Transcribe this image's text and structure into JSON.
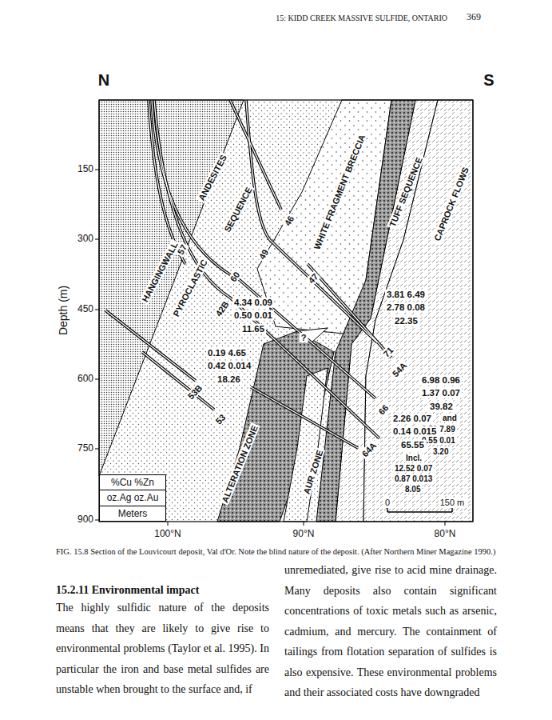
{
  "diagram": {
    "caption": "FIG. 15.8 Section of the Louvicourt deposit, Val d'Or. Note the blind nature of the deposit. (After Northern Miner Magazine 1990.)",
    "nodes": [
      {
        "text": [
          "%Cu %Zn",
          "oz.Ag oz.Au",
          "Meters"
        ]
      }
    ],
    "labels": [
      "15: KIDD CREEK MASSIVE SULFIDE, ONTARIO",
      "369",
      "N",
      "S",
      "150",
      "300",
      "450",
      "600",
      "750",
      "900",
      "Depth (m)",
      "100°N",
      "90°N",
      "80°N",
      "HANGINGWALL",
      "ANDESITES",
      "PYROCLASTIC",
      "SEQUENCE",
      "WHITE FRAGMENT BRECCIA",
      "TUFF SEQUENCE",
      "CAPROCK FLOWS",
      "ALTERATION ZONE",
      "AUR ZONE",
      "57",
      "46",
      "49",
      "60",
      "42B",
      "47",
      "71",
      "54A",
      "66",
      "64A",
      "53B",
      "53",
      "4.34 0.09",
      "0.50 0.01",
      "11.65",
      "?",
      "0.19 4.65",
      "0.42 0.014",
      "18.26",
      "3.81 6.49",
      "2.78 0.08",
      "22.35",
      "6.98 0.96",
      "1.37 0.07",
      "39.82",
      "and",
      "0.59 7.89",
      "0.55 0.01",
      "3.20",
      "2.26 0.07",
      "0.14 0.015",
      "65.55",
      "Incl.",
      "12.52 0.07",
      "0.87 0.013",
      "8.05",
      "0",
      "150 m",
      "15.2.11 Environmental impact",
      "The highly sulfidic nature of the deposits means that they are likely to give rise to environmental problems (Taylor et al. 1995). In particular the iron and base metal sulfides are unstable when brought to the surface and, if",
      "unremediated, give rise to acid mine drainage. Many deposits also contain significant concentrations of toxic metals such as arsenic, cadmium, and mercury. The containment of tailings from flotation separation of sulfides is also expensive. These environmental problems and their associated costs have downgraded"
    ]
  }
}
